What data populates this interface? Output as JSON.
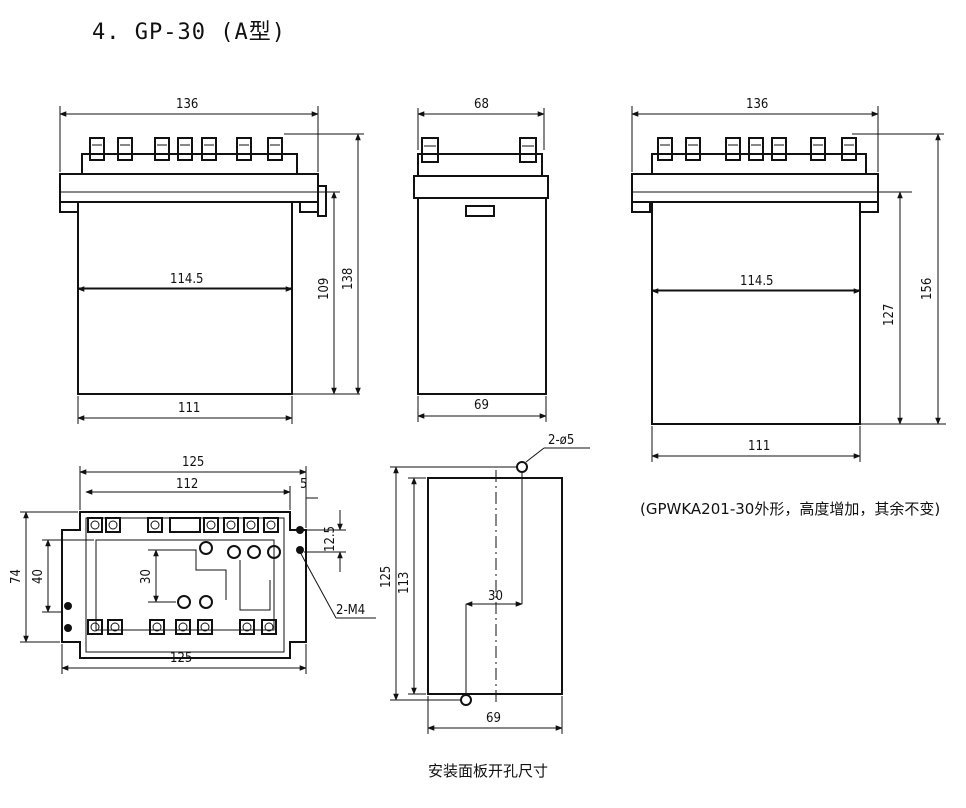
{
  "title": "4. GP-30 (A型)",
  "note": "(GPWKA201-30外形，高度增加，其余不变)",
  "caption": "安装面板开孔尺寸",
  "views": {
    "front": {
      "width_top": "136",
      "width_mid": "114.5",
      "width_bottom": "111",
      "height_body": "109",
      "height_total": "138"
    },
    "side": {
      "width_top": "68",
      "width_bottom": "69"
    },
    "front_variant": {
      "width_top": "136",
      "width_mid": "114.5",
      "width_bottom": "111",
      "height_body": "127",
      "height_total": "156"
    },
    "top": {
      "width_outer": "125",
      "width_inner": "112",
      "offset": "5",
      "height_outer": "74",
      "height_inner": "40",
      "spacing": "30",
      "pitch": "12.5",
      "width_bottom": "125",
      "screw_label": "2-M4"
    },
    "cutout": {
      "hole_label": "2-ø5",
      "height_outer": "125",
      "height_inner": "113",
      "hole_spacing": "30",
      "width": "69"
    }
  }
}
